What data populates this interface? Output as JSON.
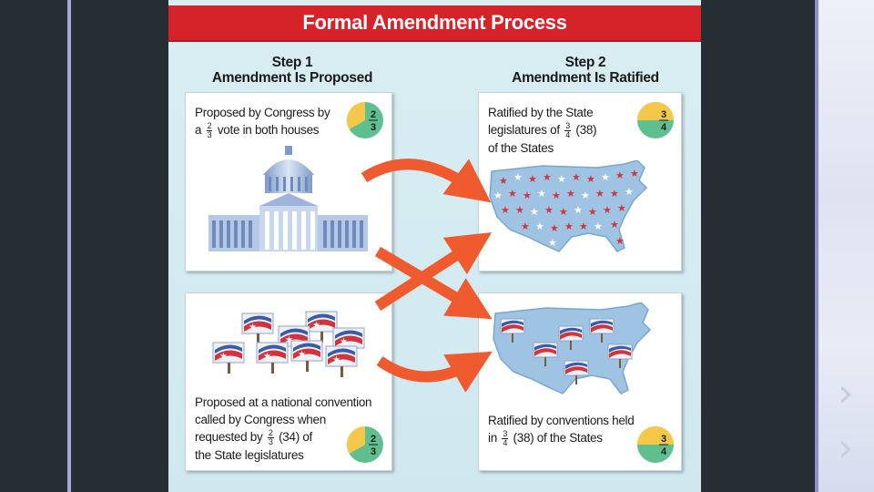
{
  "title": "Formal Amendment Process",
  "step1": {
    "line1": "Step 1",
    "line2": "Amendment Is Proposed"
  },
  "step2": {
    "line1": "Step 2",
    "line2": "Amendment Is Ratified"
  },
  "panel_congress": {
    "line1": "Proposed by Congress by",
    "pre": "a",
    "frac_num": "2",
    "frac_den": "3",
    "post": "vote in both houses",
    "badge_num": "2",
    "badge_den": "3"
  },
  "panel_legislatures": {
    "line1": "Ratified by the State",
    "line2_pre": "legislatures of",
    "frac_num": "3",
    "frac_den": "4",
    "line2_post": "(38)",
    "line3": "of the States",
    "badge_num": "3",
    "badge_den": "4"
  },
  "panel_national_convention": {
    "line1": "Proposed at a national convention",
    "line2": "called by Congress when",
    "line3_pre": "requested by",
    "frac_num": "2",
    "frac_den": "3",
    "line3_post": "(34) of",
    "line4": "the State legislatures",
    "badge_num": "2",
    "badge_den": "3"
  },
  "panel_state_conventions": {
    "line1": "Ratified by conventions held",
    "line2_pre": "in",
    "frac_num": "3",
    "frac_den": "4",
    "line2_post": "(38) of the States",
    "badge_num": "3",
    "badge_den": "4"
  },
  "colors": {
    "title_red": "#d6232a",
    "arrow_orange": "#ef5a2e",
    "pie_yellow": "#f6c84a",
    "pie_green": "#5fbf8e",
    "map_blue": "#9ec3e3",
    "star_red": "#d2343c"
  }
}
